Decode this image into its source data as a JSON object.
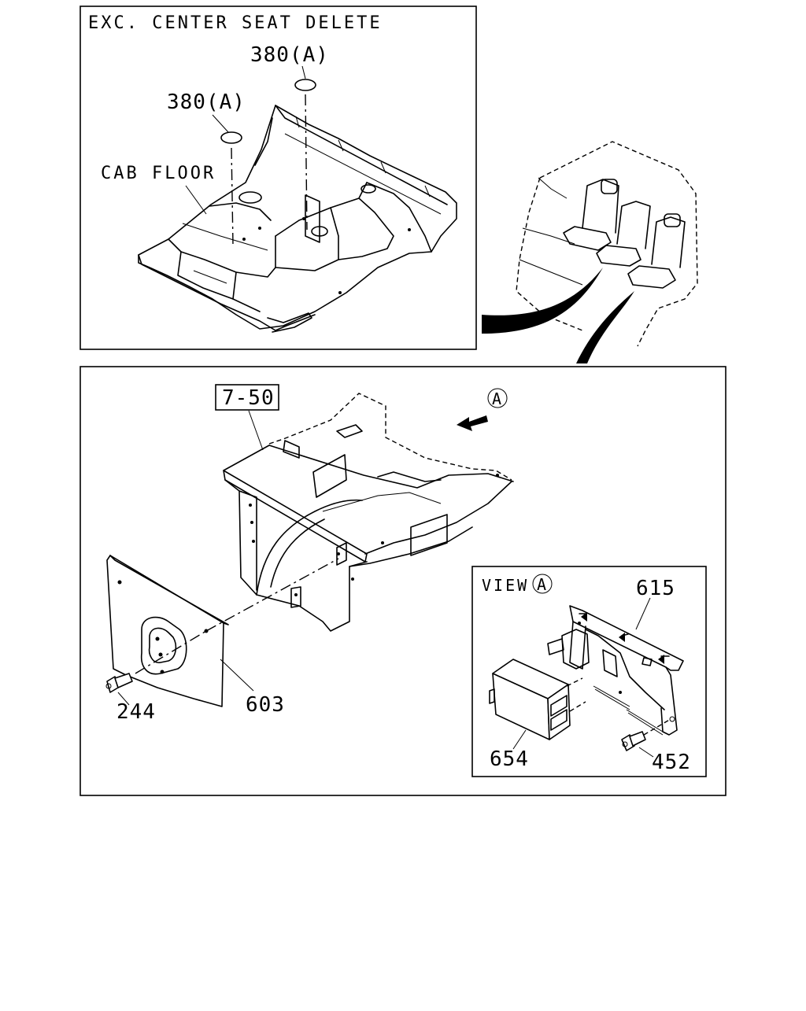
{
  "top_panel": {
    "title": "EXC. CENTER SEAT DELETE",
    "cab_floor_label": "CAB FLOOR",
    "part_380a_upper": "380(A)",
    "part_380a_lower": "380(A)"
  },
  "main_panel": {
    "ref_7_50": "7-50",
    "view_marker": "A",
    "part_603": "603",
    "part_244": "244"
  },
  "view_a_panel": {
    "title": "VIEW",
    "marker": "A",
    "part_615": "615",
    "part_654": "654",
    "part_452": "452"
  }
}
